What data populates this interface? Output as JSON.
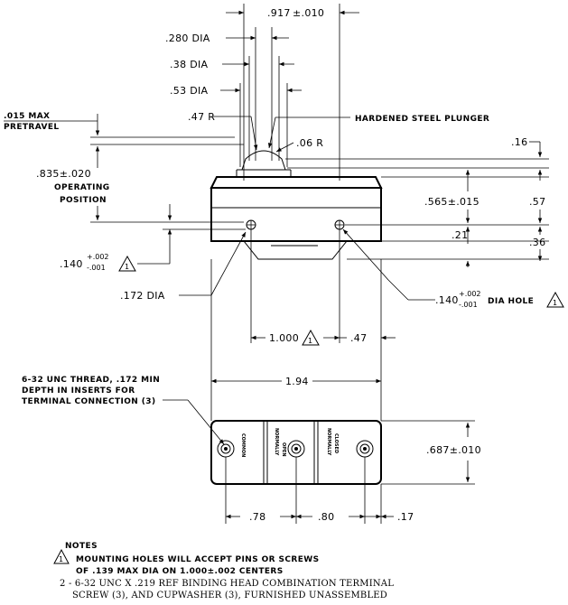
{
  "dims": {
    "top_width_main": ".917",
    "top_width_tol": "±.010",
    "dia_280": ".280 DIA",
    "dia_38": ".38 DIA",
    "dia_53": ".53 DIA",
    "r_47": ".47 R",
    "r_06": ".06 R",
    "plunger": "HARDENED STEEL PLUNGER",
    "pretravel_line1": ".015 MAX",
    "pretravel_line2": "PRETRAVEL",
    "op_pos_line1": ".835±.020",
    "op_pos_line2": "OPERATING",
    "op_pos_line3": "POSITION",
    "d_16": ".16",
    "d_565": ".565±.015",
    "d_57": ".57",
    "d_21": ".21",
    "d_36": ".36",
    "d_140_main": ".140",
    "d_140_tol_plus": "+.002",
    "d_140_tol_minus": "-.001",
    "d_172": ".172 DIA",
    "d_hole_main": ".140",
    "d_hole_tol_plus": "+.002",
    "d_hole_tol_minus": "-.001",
    "d_hole_suffix": "DIA HOLE",
    "d_1000": "1.000",
    "d_47b": ".47",
    "d_194": "1.94",
    "thread_line1": "6-32 UNC THREAD, .172 MIN",
    "thread_line2": "DEPTH IN INSERTS FOR",
    "thread_line3": "TERMINAL CONNECTION (3)",
    "d_687": ".687±.010",
    "d_78": ".78",
    "d_80": ".80",
    "d_17": ".17",
    "note_flag": "1"
  },
  "terminals": {
    "t1": "COMMON",
    "t2a": "NORMALLY",
    "t2b": "OPEN",
    "t3a": "NORMALLY",
    "t3b": "CLOSED"
  },
  "notes": {
    "heading": "NOTES",
    "n1_line1": "MOUNTING HOLES WILL ACCEPT PINS OR SCREWS",
    "n1_line2": "OF .139 MAX DIA ON 1.000±.002 CENTERS",
    "n2_line1": "2 - 6-32 UNC X .219 REF BINDING HEAD COMBINATION TERMINAL",
    "n2_line2": "SCREW (3), AND CUPWASHER (3), FURNISHED UNASSEMBLED"
  }
}
